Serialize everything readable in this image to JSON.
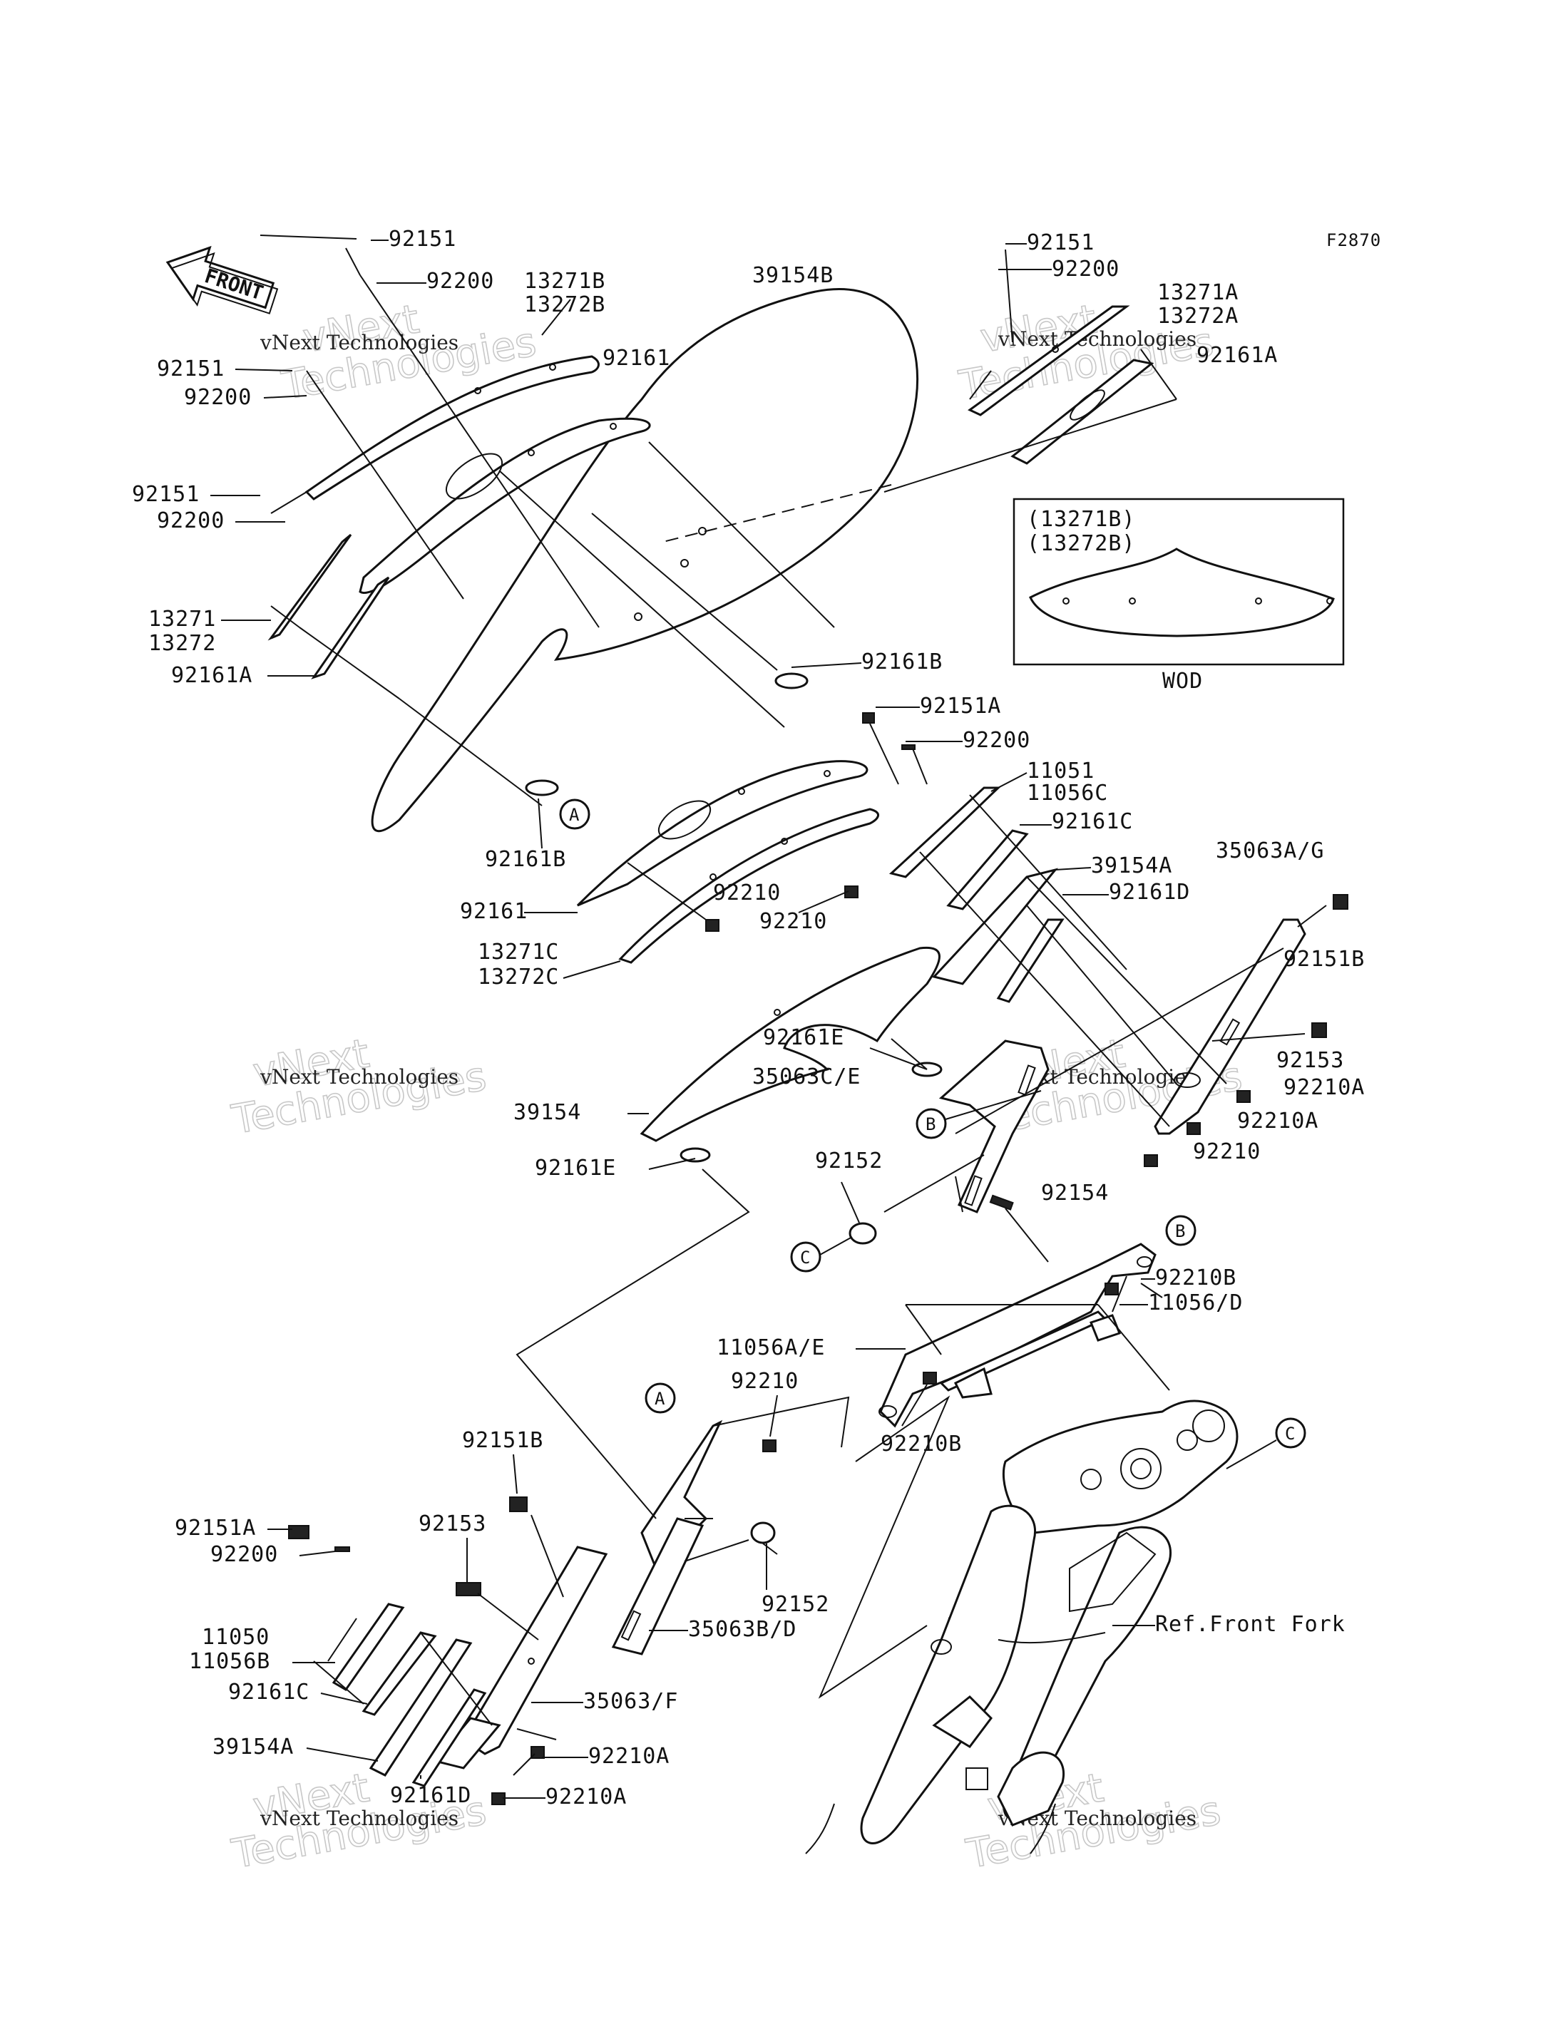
{
  "figure_code": "F2870",
  "front_arrow_label": "FRONT",
  "watermark": {
    "line1": "vNext Technologies",
    "line2": "Technologies",
    "line3": "vNext"
  },
  "inset": {
    "label1": "(13271B)",
    "label2": "(13272B)",
    "caption": "WOD"
  },
  "callouts": {
    "A": "A",
    "B": "B",
    "C": "C"
  },
  "parts": {
    "p92151_top": "92151",
    "p92200_top": "92200",
    "p13271B": "13271B",
    "p13272B": "13272B",
    "p39154B": "39154B",
    "p92161_top": "92161",
    "p92151_l1": "92151",
    "p92200_l1": "92200",
    "p92151_l2": "92151",
    "p92200_l2": "92200",
    "p13271": "13271",
    "p13272": "13272",
    "p92161A_left": "92161A",
    "p92151_tr": "92151",
    "p92200_tr": "92200",
    "p13271A": "13271A",
    "p13272A": "13272A",
    "p92161A_tr": "92161A",
    "p92161B_r": "92161B",
    "p92151A_r": "92151A",
    "p92200_r": "92200",
    "p11051": "11051",
    "p11056C": "11056C",
    "p92161C_r": "92161C",
    "p39154A_r": "39154A",
    "p92161D_r": "92161D",
    "p35063AG": "35063A/G",
    "p92151B_r": "92151B",
    "p92153_r": "92153",
    "p92210A_r1": "92210A",
    "p92210A_r2": "92210A",
    "p92210_r": "92210",
    "p92161B_l": "92161B",
    "p92161_mid": "92161",
    "p92210_m1": "92210",
    "p92210_m2": "92210",
    "p13271C": "13271C",
    "p13272C": "13272C",
    "p92161E_m": "92161E",
    "p35063CE": "35063C/E",
    "p39154": "39154",
    "p92161E_l": "92161E",
    "p92152_m": "92152",
    "p92154": "92154",
    "p92210B_r": "92210B",
    "p11056D": "11056/D",
    "p11056AE": "11056A/E",
    "p92210_c": "92210",
    "p92210B_c": "92210B",
    "p92151B_l": "92151B",
    "p92153_l": "92153",
    "p92151A_l": "92151A",
    "p92200_l": "92200",
    "p11050": "11050",
    "p11056B": "11056B",
    "p92161C_l": "92161C",
    "p39154A_l": "39154A",
    "p92161D_l": "92161D",
    "p35063F": "35063/F",
    "p92210A_l1": "92210A",
    "p92210A_l2": "92210A",
    "p92152_l": "92152",
    "p35063BD": "35063B/D",
    "ref_front_fork": "Ref.Front Fork"
  }
}
